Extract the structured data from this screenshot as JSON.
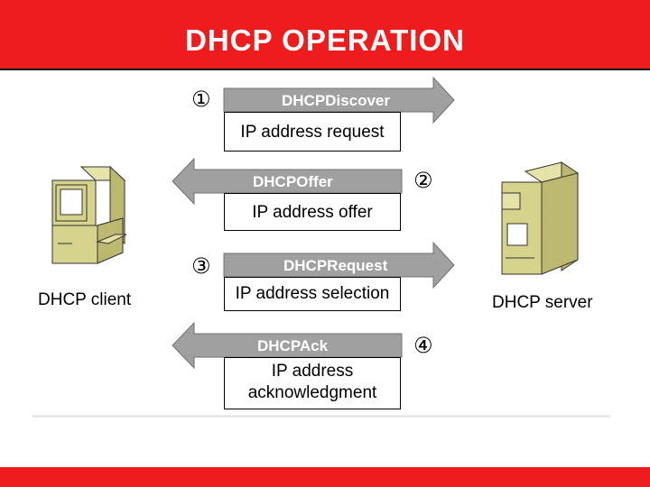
{
  "title": "DHCP OPERATION",
  "client": {
    "label": "DHCP client",
    "icon": "client-computer-icon"
  },
  "server": {
    "label": "DHCP server",
    "icon": "server-computer-icon"
  },
  "steps": [
    {
      "number": "①",
      "message": "DHCPDiscover",
      "description": [
        "IP address request"
      ],
      "direction": "client-to-server"
    },
    {
      "number": "②",
      "message": "DHCPOffer",
      "description": [
        "IP address offer"
      ],
      "direction": "server-to-client"
    },
    {
      "number": "③",
      "message": "DHCPRequest",
      "description": [
        "IP address selection"
      ],
      "direction": "client-to-server"
    },
    {
      "number": "④",
      "message": "DHCPAck",
      "description": [
        "IP address",
        "acknowledgment"
      ],
      "direction": "server-to-client"
    }
  ],
  "colors": {
    "title_bar": "#ee1c1c",
    "arrow_fill": "#a0a0a0",
    "computer_body": "#d6d38c",
    "computer_shade": "#bdb870"
  }
}
